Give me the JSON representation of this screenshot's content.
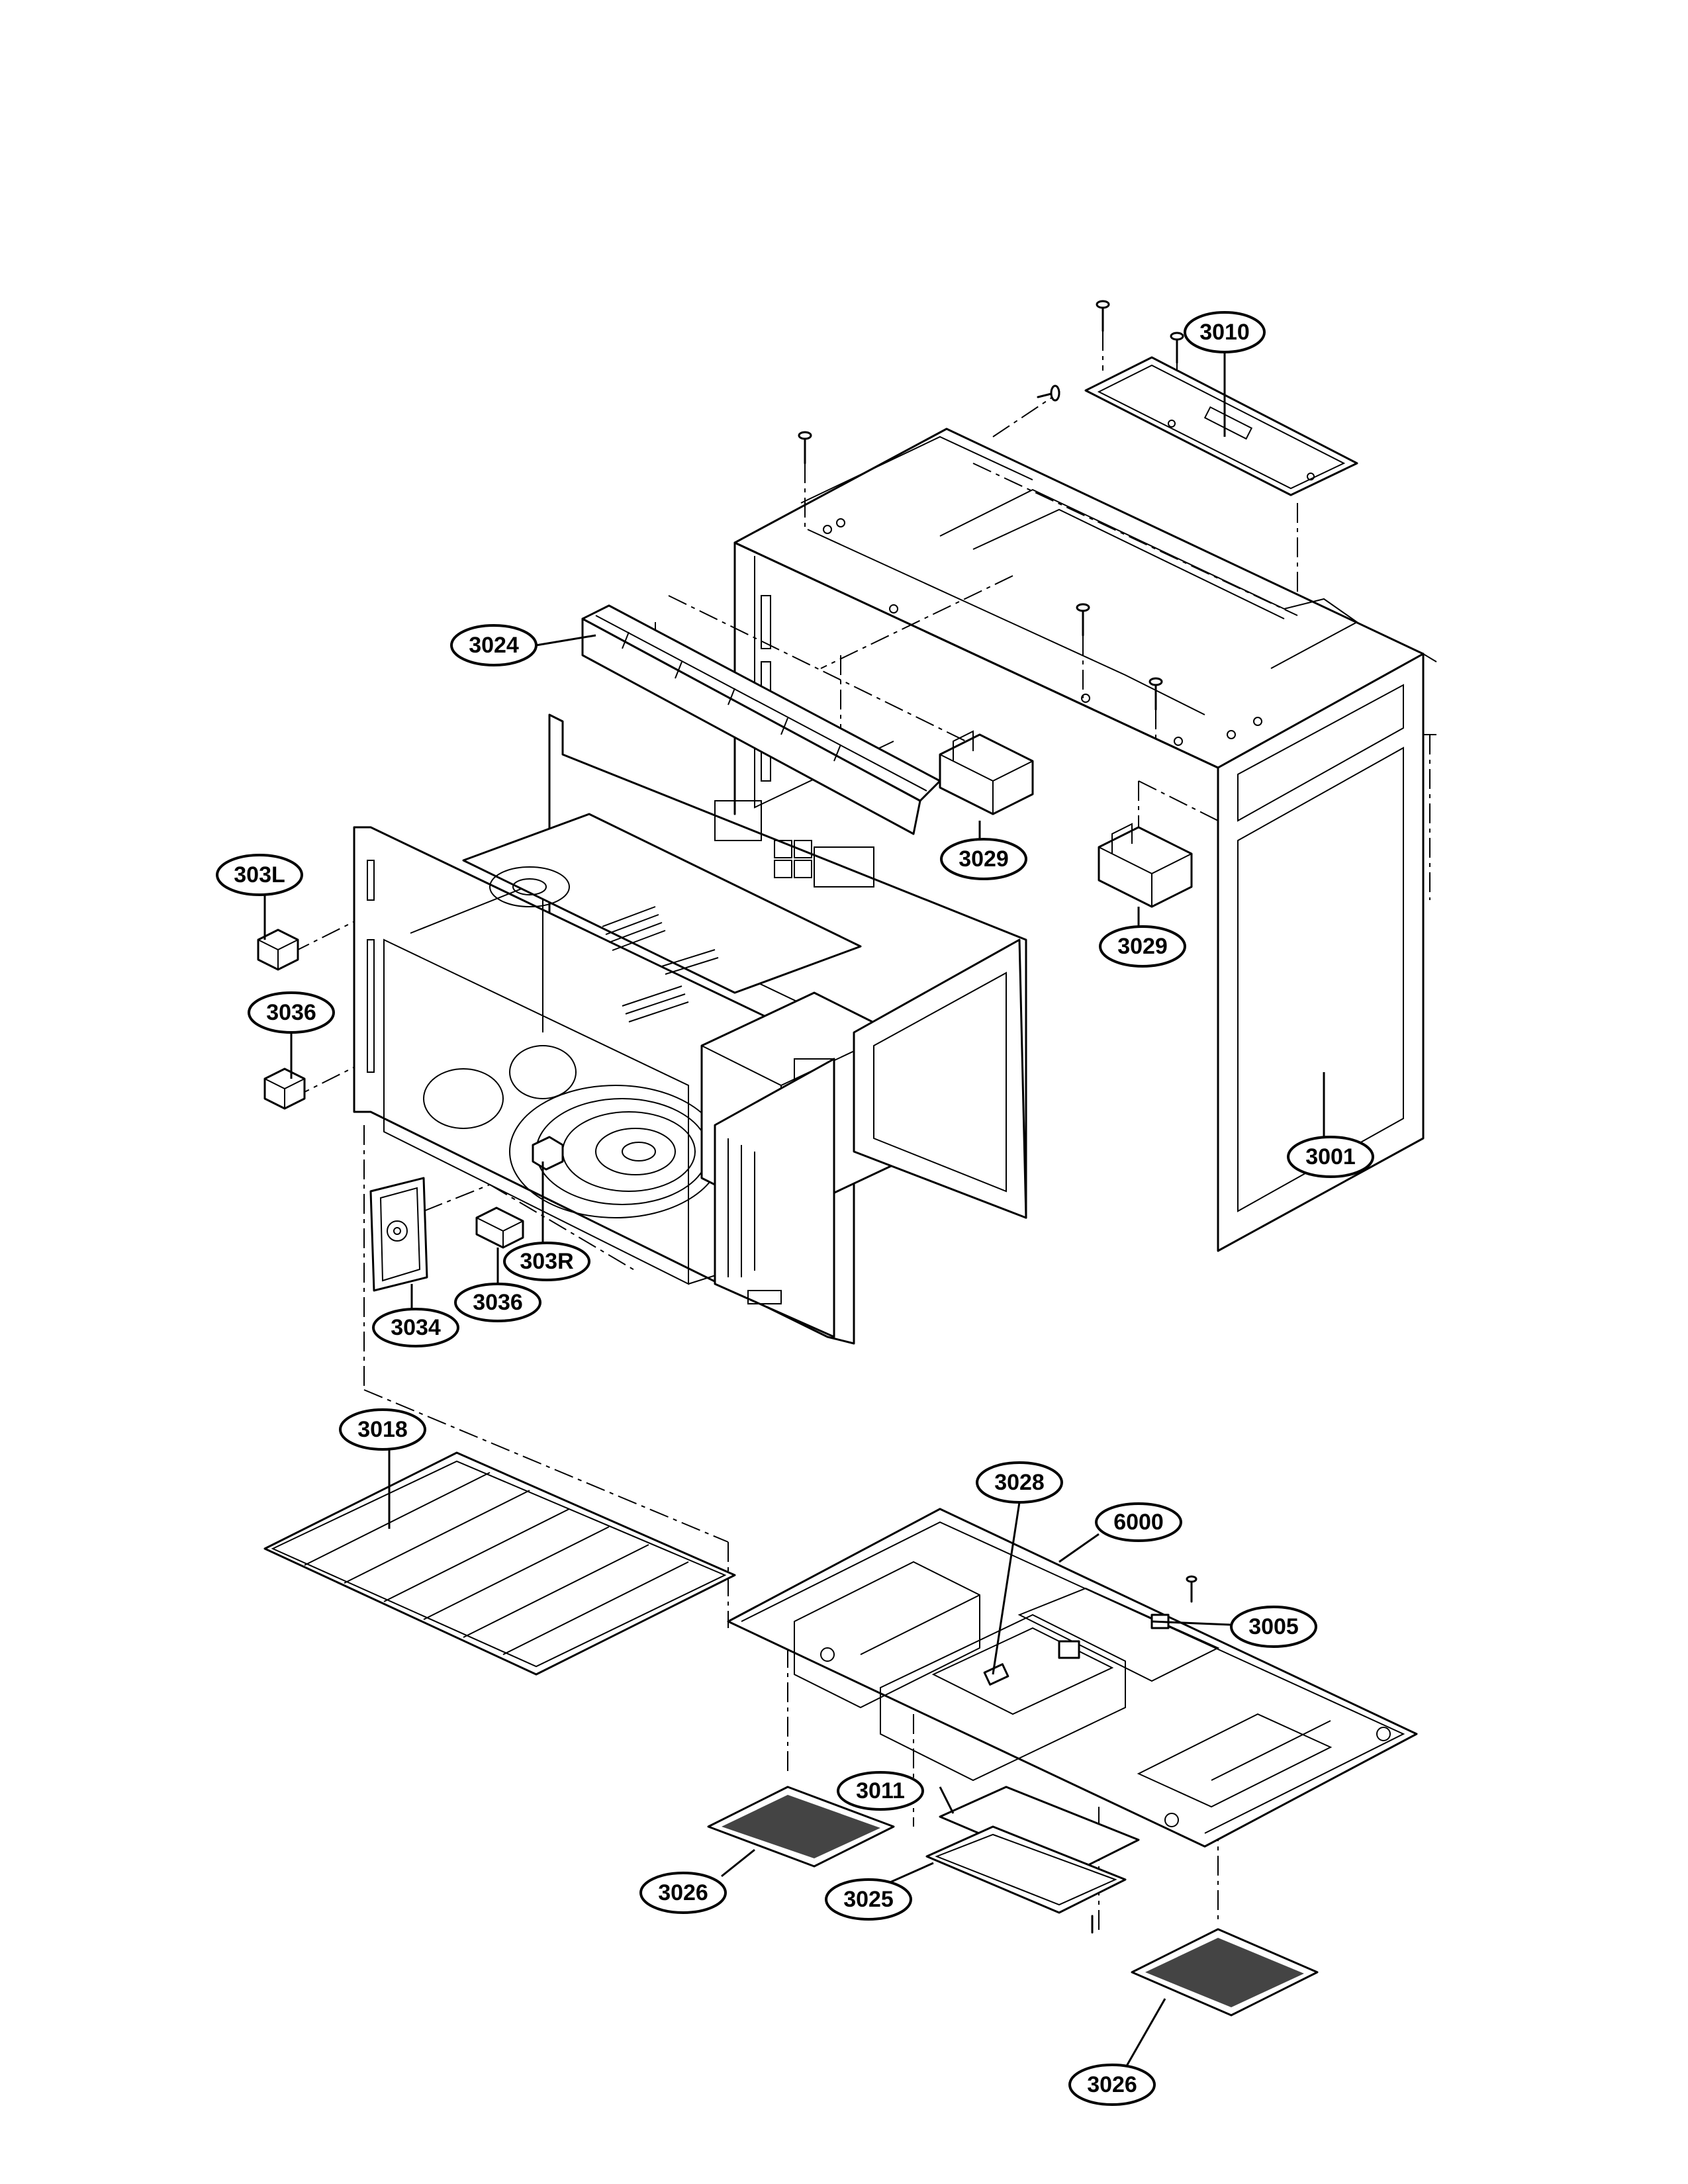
{
  "callouts": [
    {
      "id": "c3010",
      "label": "3010"
    },
    {
      "id": "c3024",
      "label": "3024"
    },
    {
      "id": "c3029a",
      "label": "3029"
    },
    {
      "id": "c3029b",
      "label": "3029"
    },
    {
      "id": "c303L",
      "label": "303L"
    },
    {
      "id": "c3036a",
      "label": "3036"
    },
    {
      "id": "c3001",
      "label": "3001"
    },
    {
      "id": "c303R",
      "label": "303R"
    },
    {
      "id": "c3036b",
      "label": "3036"
    },
    {
      "id": "c3034",
      "label": "3034"
    },
    {
      "id": "c3018",
      "label": "3018"
    },
    {
      "id": "c3028",
      "label": "3028"
    },
    {
      "id": "c6000",
      "label": "6000"
    },
    {
      "id": "c3005",
      "label": "3005"
    },
    {
      "id": "c3011",
      "label": "3011"
    },
    {
      "id": "c3026a",
      "label": "3026"
    },
    {
      "id": "c3025",
      "label": "3025"
    },
    {
      "id": "c3026b",
      "label": "3026"
    }
  ]
}
